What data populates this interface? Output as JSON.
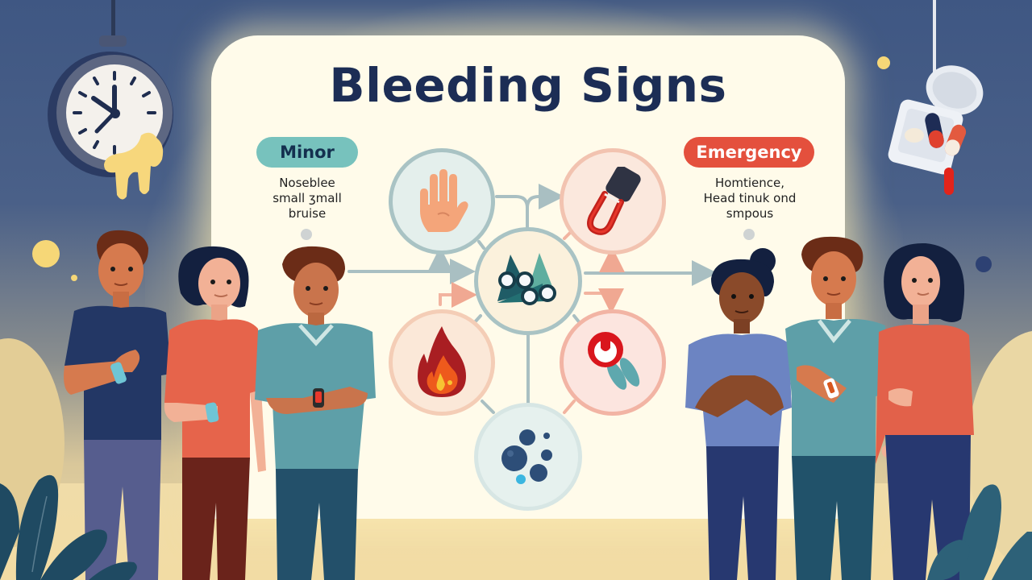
{
  "title": "Bleeding Signs",
  "categories": {
    "minor": {
      "label": "Minor",
      "description_lines": [
        "Noseblee",
        "small ʒmall",
        "bruise"
      ],
      "color": "#77c2bd"
    },
    "emergency": {
      "label": "Emergency",
      "description_lines": [
        "Homtience,",
        "Head tinuk ond",
        "smpous"
      ],
      "color": "#e4503d"
    }
  },
  "diagram": {
    "center_node": {
      "icon": "mountains-bubbles-icon"
    },
    "nodes": [
      {
        "position": "top-left",
        "icon": "hand-icon",
        "tone": "teal"
      },
      {
        "position": "top-right",
        "icon": "tourniquet-clip-icon",
        "tone": "salmon"
      },
      {
        "position": "bottom-left",
        "icon": "blood-drop-flame-icon",
        "tone": "salmon"
      },
      {
        "position": "bottom-right",
        "icon": "bandage-ribbon-icon",
        "tone": "salmon"
      },
      {
        "position": "bottom",
        "icon": "blood-cells-icon",
        "tone": "teal"
      }
    ]
  },
  "decor": {
    "left_hanging": "pocket-watch-icon",
    "right_hanging": "pill-box-icon",
    "clock_time": "10:37"
  },
  "people": {
    "left_group": [
      "person-navy-shirt",
      "person-coral-shirt",
      "person-teal-scrubs"
    ],
    "right_group": [
      "person-blue-shirt",
      "person-teal-scrubs",
      "person-coral-sweater"
    ]
  },
  "colors": {
    "title": "#1c2d55",
    "panel": "#fffbea",
    "background_top": "#3f5783",
    "teal_line": "#a9c3c4",
    "salmon_line": "#f2b4a0"
  }
}
